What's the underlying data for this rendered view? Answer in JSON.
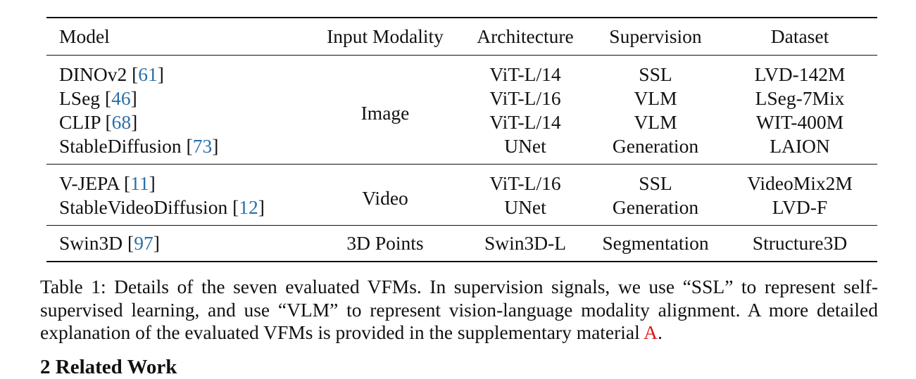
{
  "table": {
    "headers": [
      "Model",
      "Input Modality",
      "Architecture",
      "Supervision",
      "Dataset"
    ],
    "groups": [
      {
        "modality": "Image",
        "rows": [
          {
            "model": "DINOv2",
            "cite": "61",
            "architecture": "ViT-L/14",
            "supervision": "SSL",
            "dataset": "LVD-142M"
          },
          {
            "model": "LSeg",
            "cite": "46",
            "architecture": "ViT-L/16",
            "supervision": "VLM",
            "dataset": "LSeg-7Mix"
          },
          {
            "model": "CLIP",
            "cite": "68",
            "architecture": "ViT-L/14",
            "supervision": "VLM",
            "dataset": "WIT-400M"
          },
          {
            "model": "StableDiffusion",
            "cite": "73",
            "architecture": "UNet",
            "supervision": "Generation",
            "dataset": "LAION"
          }
        ]
      },
      {
        "modality": "Video",
        "rows": [
          {
            "model": "V-JEPA",
            "cite": "11",
            "architecture": "ViT-L/16",
            "supervision": "SSL",
            "dataset": "VideoMix2M"
          },
          {
            "model": "StableVideoDiffusion",
            "cite": "12",
            "architecture": "UNet",
            "supervision": "Generation",
            "dataset": "LVD-F"
          }
        ]
      },
      {
        "modality": "3D Points",
        "rows": [
          {
            "model": "Swin3D",
            "cite": "97",
            "architecture": "Swin3D-L",
            "supervision": "Segmentation",
            "dataset": "Structure3D"
          }
        ]
      }
    ]
  },
  "caption": {
    "text": "Table 1: Details of the seven evaluated VFMs. In supervision signals, we use “SSL” to represent self-supervised learning, and use “VLM” to represent vision-language modality alignment. A more detailed explanation of the evaluated VFMs is provided in the supplementary material ",
    "ref": "A",
    "end": "."
  },
  "next_heading": "2   Related Work"
}
